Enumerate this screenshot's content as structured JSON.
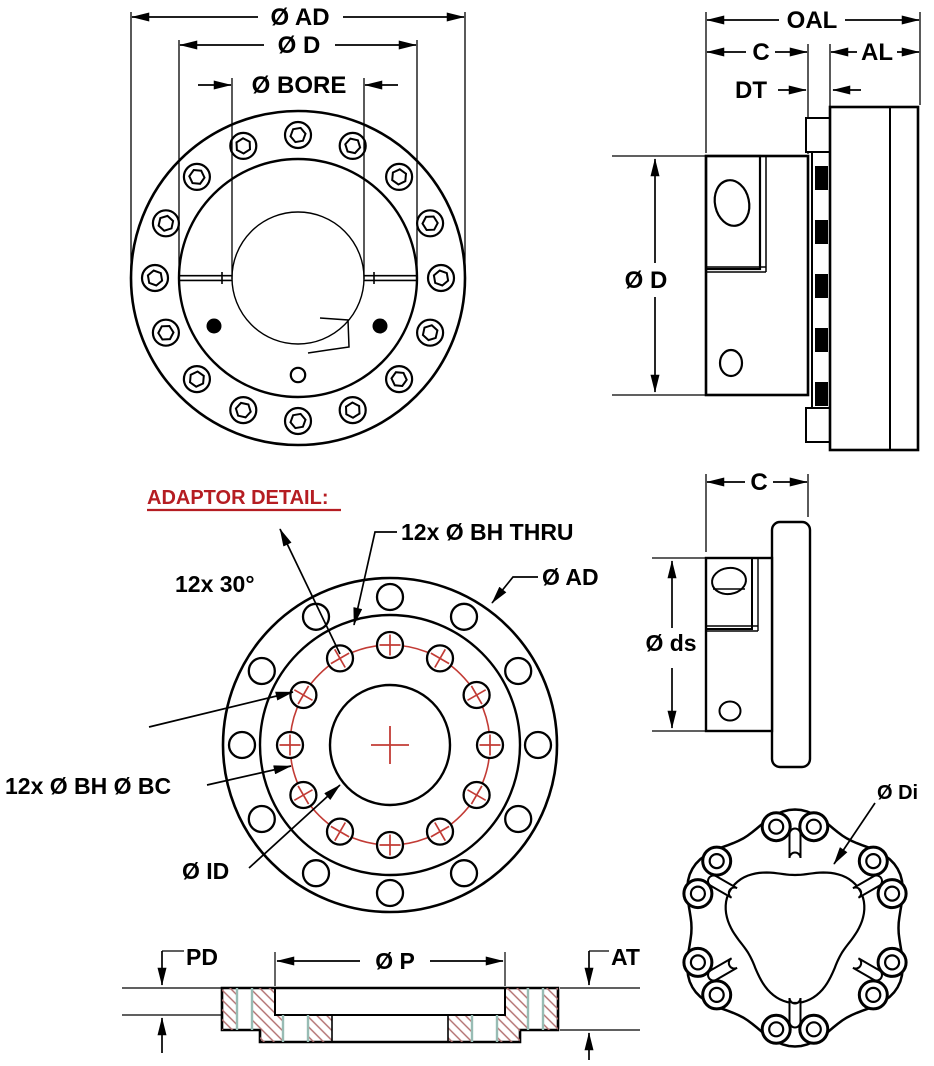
{
  "drawing": {
    "front_view": {
      "dim_ad": "Ø AD",
      "dim_d": "Ø D",
      "dim_bore": "Ø BORE",
      "bolt_count": 16
    },
    "side_view": {
      "dim_oal": "OAL",
      "dim_c": "C",
      "dim_al": "AL",
      "dim_dt": "DT",
      "dim_d": "Ø D"
    },
    "adaptor_detail": {
      "title": "ADAPTOR DETAIL:",
      "label_angle": "12x 30°",
      "label_bh_thru": "12x Ø BH THRU",
      "label_ad": "Ø AD",
      "label_bh_bc": "12x Ø BH Ø BC",
      "label_id": "Ø ID",
      "hole_count": 12
    },
    "hub_side_view": {
      "dim_c": "C",
      "dim_ds": "Ø ds"
    },
    "disc_view": {
      "label_di": "Ø Di",
      "hole_count": 12
    },
    "section_view": {
      "dim_pd": "PD",
      "dim_p": "Ø P",
      "dim_at": "AT"
    },
    "colors": {
      "label_red": "#b51d22",
      "geometry_red": "#c23b35",
      "hatch_red": "#b06c6c",
      "hole_wall_teal": "#98bcb4",
      "line_black": "#000000"
    }
  }
}
